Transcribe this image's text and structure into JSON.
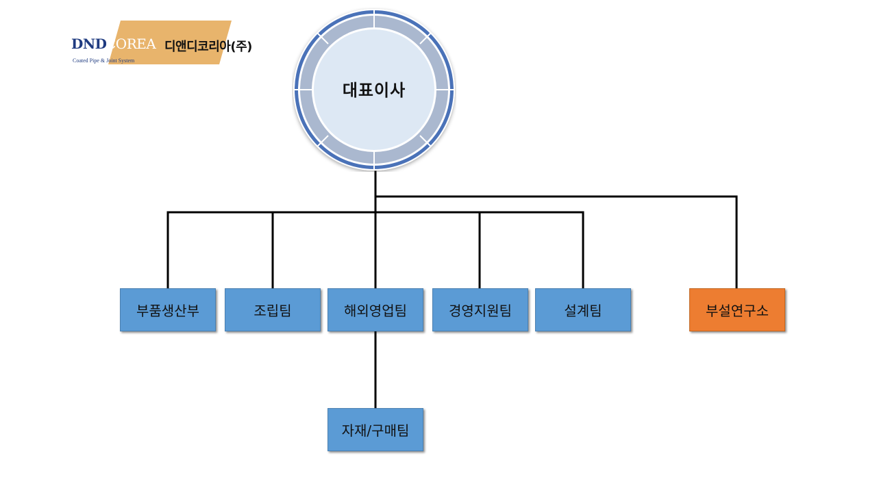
{
  "logo": {
    "brand_left": "DND",
    "brand_right": "COREA",
    "tagline": "Coated Pipe & Joint System",
    "company_name": "디앤디코리아(주)"
  },
  "org": {
    "ceo": "대표이사",
    "departments": [
      {
        "label": "부품생산부"
      },
      {
        "label": "조립팀"
      },
      {
        "label": "해외영업팀"
      },
      {
        "label": "경영지원팀"
      },
      {
        "label": "설계팀"
      },
      {
        "label": "부설연구소"
      }
    ],
    "sub_team": {
      "label": "자재/구매팀"
    }
  },
  "colors": {
    "box_blue": "#5b9bd5",
    "box_orange": "#ed7d31",
    "ring_outer": "#4a72b8",
    "ring_inner": "#aab8cf",
    "circle_fill": "#dde8f4",
    "logo_accent": "#e8b46c",
    "logo_text": "#1f3b80"
  }
}
